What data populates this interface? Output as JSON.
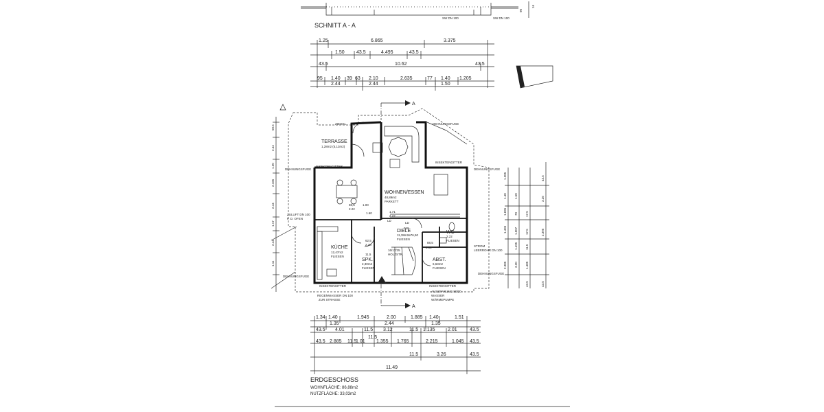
{
  "section": {
    "label": "SCHNITT A - A",
    "pipe_left": "SW DN 100",
    "pipe_right": "SW DN 100",
    "height_1": "90",
    "height_2": "16"
  },
  "top_dimensions": {
    "row1": [
      "1.25",
      "6.865",
      "3.375"
    ],
    "row2": [
      "1.50",
      "43.5",
      "4.495",
      "43.5"
    ],
    "row3": [
      "43.5",
      "10.62",
      "43.5"
    ],
    "row4_top": [
      "95",
      "1.40",
      "39",
      "63",
      "2.10",
      "2.635",
      "77",
      "1.40",
      "1.205"
    ],
    "row4_bottom": [
      "2.44",
      "2.44",
      "1.50"
    ]
  },
  "section_arrows": {
    "top": "A",
    "bottom": "A"
  },
  "rooms": {
    "terrasse": {
      "name": "TERRASSE",
      "area": "1,28m2 (5,13m2)"
    },
    "wohnen": {
      "name": "WOHNEN/ESSEN",
      "area": "48,89m2",
      "floor": "PARKETT"
    },
    "kueche": {
      "name": "KÜCHE",
      "area": "12,47m2",
      "floor": "FLIESEN"
    },
    "diele": {
      "name": "DIELE",
      "area": "11,38m2",
      "note": "ø76,50",
      "floor": "FLIESEN"
    },
    "abst": {
      "name": "ABST.",
      "area": "6,63m2",
      "floor": "FLIESEN"
    },
    "spk": {
      "name": "SPK.",
      "area": "2,30m2",
      "floor": "FLIESEN"
    },
    "wc": {
      "name": "WC",
      "area": "2,22",
      "floor": "FLIESEN"
    }
  },
  "plan_notes": {
    "ziegel": "ZIEGEL",
    "dehnungsfuge": "DEHNUNGSFUGE",
    "insektengitter": "INSEKTENGITTER",
    "zuluft": "ZULUFT DN 100",
    "strom": "STROM",
    "leerrohr": "LEERROHR DN 100",
    "regenwasser": "REGENWASSER DN 100",
    "zur_strasse": "ZUR STRASSE",
    "aussparung": "AUSSPARUNG 80/20",
    "wasser": "WASSER",
    "waermepumpe": "WÄRMEPUMPE",
    "stairs": "16/17/25",
    "stairs_2": "HOLZSTR.",
    "open": "F. D. OFEN",
    "val_88_5": "88,5",
    "val_1_00": "1.00",
    "val_2_22": "2.22",
    "val_1_71": "1.71",
    "val_62_5": "62,5",
    "val_2_38": "2.38",
    "val_11_5": "11,5",
    "val_ld": "LD",
    "val_069": "069",
    "val_1_60": "1.60",
    "val_2_02": "2.02"
  },
  "left_dimensions": [
    "50.5",
    "2.44",
    "1.20",
    "2.165",
    "2.44",
    "1.17",
    "2.44",
    "1.11"
  ],
  "right_dimensions": {
    "col1": [
      "1.205",
      "1.40",
      "1.695",
      "1.495",
      "2.385"
    ],
    "col2": [
      "1.50",
      "70",
      "1.507",
      "1.495",
      "3.30"
    ],
    "col3": [
      "17.5",
      "17.5",
      "11.5",
      "1.485",
      "43.5"
    ],
    "col4": [
      "43.5",
      "3.26",
      "2.395",
      "43.5"
    ]
  },
  "bottom_dimensions": {
    "row1": [
      "1.34",
      "1.40",
      "1.945",
      "2.00",
      "1.885",
      "1.40",
      "1.51"
    ],
    "row1b": [
      "1.35",
      "2.44",
      "1.35"
    ],
    "row2": [
      "43.5",
      "4.01",
      "11.5",
      "3.12",
      "11.5",
      "1.135",
      "2.01",
      "43.5"
    ],
    "row3_a": "11.5",
    "row3": [
      "43.5",
      "2.885",
      "11.5",
      "1.01",
      "1.355",
      "1.765",
      "2.215",
      "1.045",
      "43.5"
    ],
    "row4": [
      "11.5",
      "3.26",
      "43.5"
    ],
    "total": "11.49"
  },
  "legend": {
    "title": "ERDGESCHOSS",
    "wohnflaeche": "WOHNFLÄCHE: 86,88m2",
    "nutzflaeche": "NUTZFLÄCHE: 33,03m2"
  }
}
